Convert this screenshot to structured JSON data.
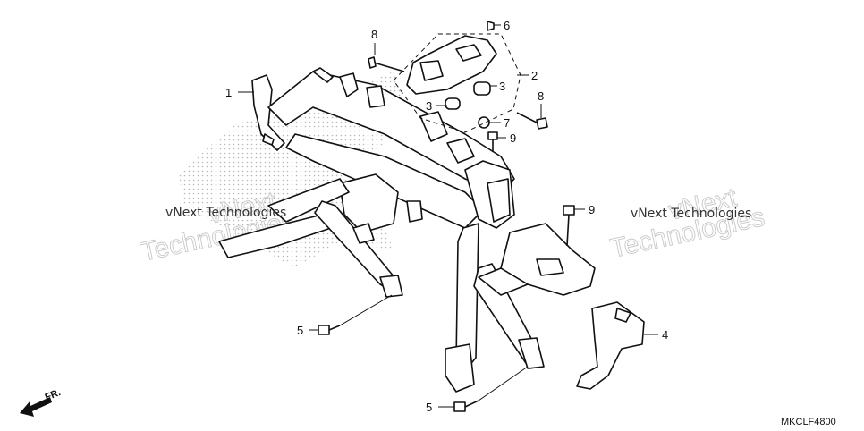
{
  "diagram": {
    "code": "MKCLF4800",
    "direction_label": "FR.",
    "watermark_text": "vNext Technologies",
    "watermark_line1": "vNext",
    "watermark_line2": "Technologies",
    "callouts": [
      {
        "id": "c1",
        "label": "1"
      },
      {
        "id": "c2",
        "label": "2"
      },
      {
        "id": "c3a",
        "label": "3"
      },
      {
        "id": "c3b",
        "label": "3"
      },
      {
        "id": "c4",
        "label": "4"
      },
      {
        "id": "c5a",
        "label": "5"
      },
      {
        "id": "c5b",
        "label": "5"
      },
      {
        "id": "c6",
        "label": "6"
      },
      {
        "id": "c7",
        "label": "7"
      },
      {
        "id": "c8a",
        "label": "8"
      },
      {
        "id": "c8b",
        "label": "8"
      },
      {
        "id": "c9a",
        "label": "9"
      },
      {
        "id": "c9b",
        "label": "9"
      }
    ]
  }
}
